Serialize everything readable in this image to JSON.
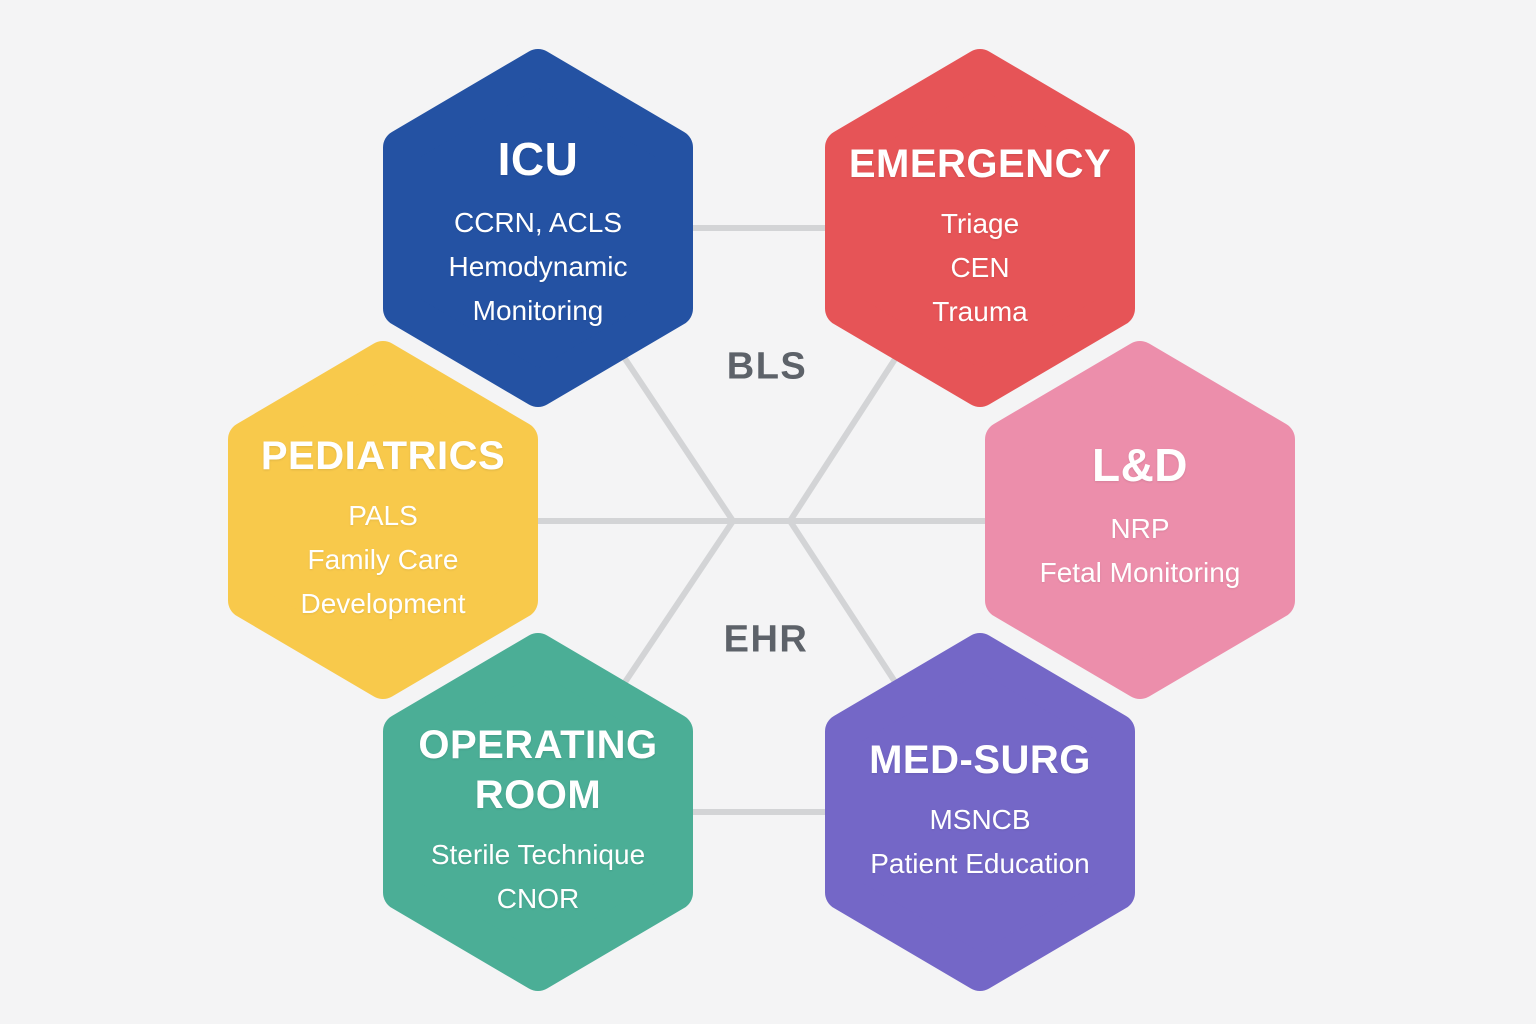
{
  "diagram": {
    "background": "#f4f4f5",
    "line_color": "#d3d4d6",
    "center_label_color": "#5d6269",
    "text_color": "#ffffff",
    "center_labels": {
      "top": "BLS",
      "bottom": "EHR"
    }
  },
  "hexagons": [
    {
      "id": "icu",
      "title": "ICU",
      "color": "#2452a3",
      "lines": [
        "CCRN, ACLS",
        "Hemodynamic Monitoring"
      ]
    },
    {
      "id": "emergency",
      "title": "EMERGENCY",
      "color": "#e65457",
      "lines": [
        "Triage",
        "CEN",
        "Trauma"
      ]
    },
    {
      "id": "pediatrics",
      "title": "PEDIATRICS",
      "color": "#f8c94b",
      "lines": [
        "PALS",
        "Family Care",
        "Development"
      ]
    },
    {
      "id": "labor-delivery",
      "title": "L&D",
      "color": "#ec8eab",
      "lines": [
        "NRP",
        "Fetal Monitoring"
      ]
    },
    {
      "id": "operating-room",
      "title": "OPERATING ROOM",
      "color": "#4bae96",
      "lines": [
        "Sterile Technique",
        "CNOR"
      ]
    },
    {
      "id": "med-surg",
      "title": "MED-SURG",
      "color": "#7467c7",
      "lines": [
        "MSNCB",
        "Patient Education"
      ]
    }
  ]
}
